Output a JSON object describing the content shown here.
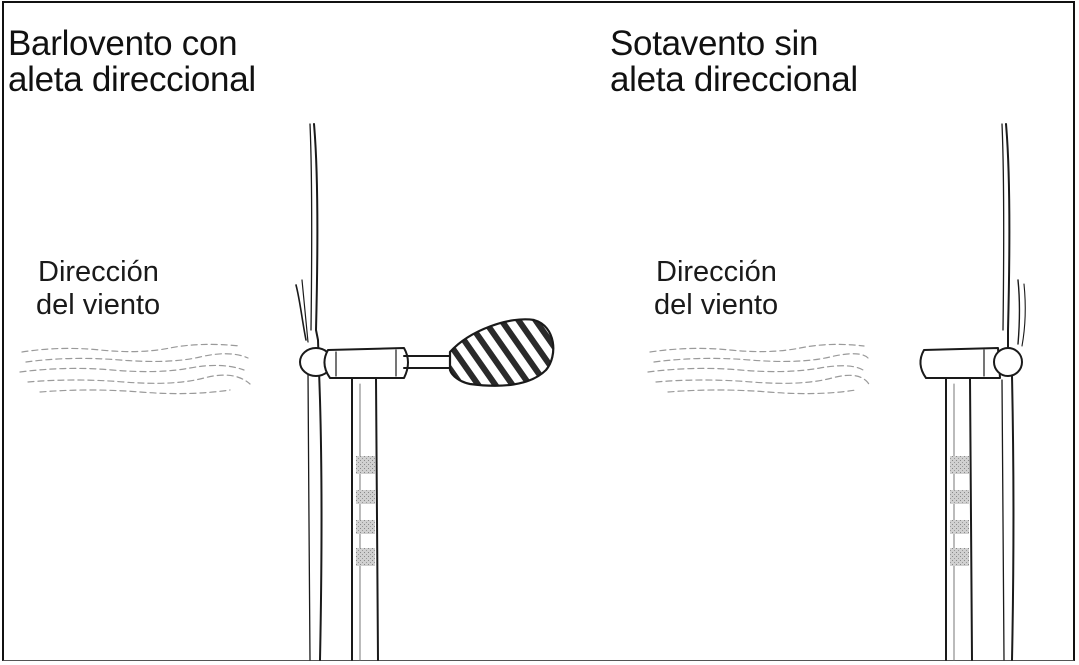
{
  "left_panel": {
    "title_line1": "Barlovento con",
    "title_line2": "aleta direccional",
    "wind_label_line1": "Dirección",
    "wind_label_line2": "del viento"
  },
  "right_panel": {
    "title_line1": "Sotavento sin",
    "title_line2": "aleta direccional",
    "wind_label_line1": "Dirección",
    "wind_label_line2": "del viento"
  },
  "colors": {
    "ink": "#1a1a1a",
    "wind_lines": "#9a9a9a",
    "tower_band": "#bdbdbd"
  }
}
